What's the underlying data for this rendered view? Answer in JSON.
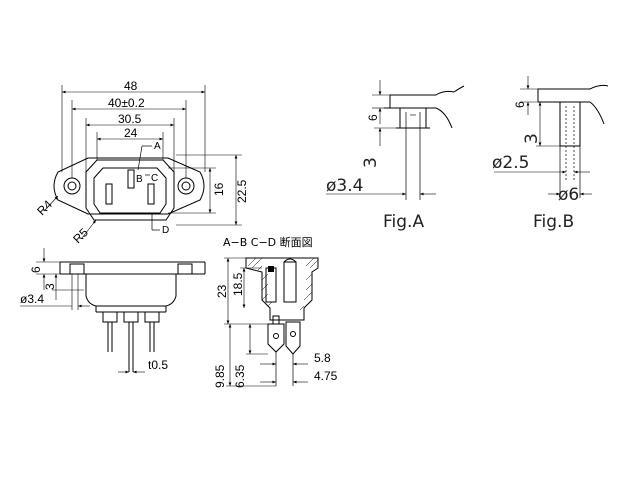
{
  "front_view": {
    "dims": {
      "overall_width": "48",
      "mount_pitch": "40±0.2",
      "body_width": "30.5",
      "cutout_width": "24",
      "height_outer": "22.5",
      "height_inner": "16",
      "radius_outer": "R4",
      "radius_inner": "R5"
    },
    "section_labels": {
      "a": "A",
      "b": "B",
      "c": "C",
      "d": "D"
    }
  },
  "side_view": {
    "dims": {
      "flange": "6",
      "step": "3",
      "hole": "ø3.4",
      "terminal_thickness": "t0.5"
    }
  },
  "section_view": {
    "caption": "A−B  C−D 断面図",
    "dims": {
      "total_height": "23",
      "body_depth": "18.5",
      "terminal_long": "9.85",
      "terminal_short": "6.35",
      "pitch_a": "5.8",
      "pitch_b": "4.75"
    }
  },
  "fig_a": {
    "label": "Fig.A",
    "dims": {
      "top": "6",
      "step": "3",
      "hole": "ø3.4"
    }
  },
  "fig_b": {
    "label": "Fig.B",
    "dims": {
      "top": "6",
      "step": "3",
      "inner": "ø2.5",
      "outer": "ø6"
    }
  }
}
